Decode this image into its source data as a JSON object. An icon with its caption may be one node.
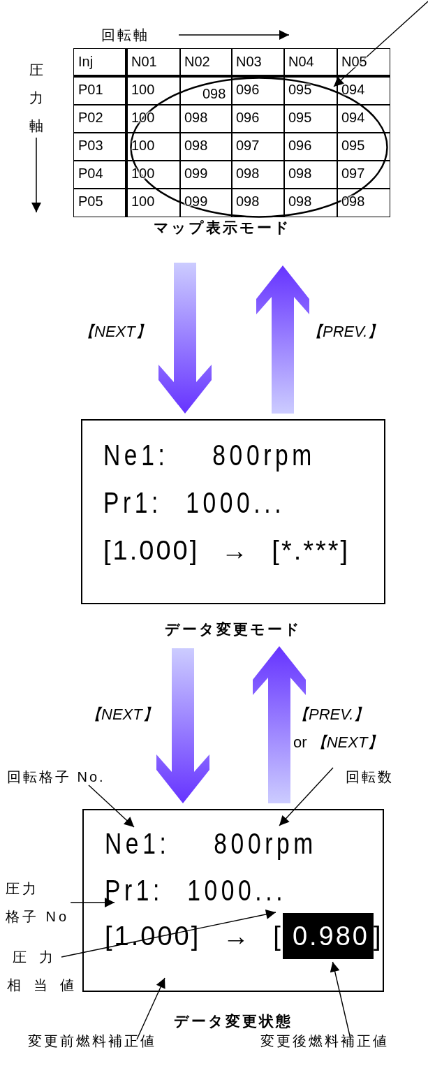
{
  "diagram": {
    "nodes": [
      {
        "text": [
          "マップ表示モード"
        ]
      },
      {
        "text": [],
        "shape": "ellipse",
        "in": 0
      },
      {
        "text": [
          "Ne1: 800rpm",
          "Pr1: 1000...",
          "[1.000] → [*.***]",
          "データ変更モード"
        ]
      },
      {
        "text": [
          "回転格子 No."
        ]
      },
      {
        "text": [
          "回転数"
        ]
      },
      {
        "text": [
          "Ne1: 800rpm",
          "Pr1: 1000...",
          "[1.000] → [",
          "]",
          "データ変更状態"
        ]
      },
      {
        "text": [
          "0.980"
        ],
        "in": 5
      },
      {
        "text": [
          "圧力",
          "格子 No"
        ]
      },
      {
        "text": [
          "圧力",
          "相当値"
        ]
      },
      {
        "text": [
          "変更前燃料補正値"
        ]
      },
      {
        "text": [
          "変更後燃料補正値"
        ]
      }
    ],
    "edges": [
      {
        "from": null,
        "to": 1,
        "arrow": "to"
      },
      {
        "from": 0,
        "to": 2,
        "arrow": "to",
        "label": "【NEXT】",
        "style": "thick",
        "color": "#6633ff"
      },
      {
        "from": 2,
        "to": 0,
        "arrow": "to",
        "label": "【PREV.】",
        "style": "thick",
        "color": "#6633ff"
      },
      {
        "from": 2,
        "to": 5,
        "arrow": "to",
        "label": "【NEXT】",
        "style": "thick",
        "color": "#6633ff"
      },
      {
        "from": 5,
        "to": 2,
        "arrow": "to",
        "label": "*【PREV.】* or *【NEXT】*",
        "style": "thick",
        "color": "#6633ff"
      },
      {
        "from": 3,
        "to": 5,
        "arrow": "to"
      },
      {
        "from": 4,
        "to": 5,
        "arrow": "to"
      },
      {
        "from": 7,
        "to": 5,
        "arrow": "to"
      },
      {
        "from": 8,
        "to": 5,
        "arrow": "to"
      },
      {
        "from": 9,
        "to": 5,
        "arrow": "to"
      },
      {
        "from": 10,
        "to": 6,
        "arrow": "to"
      }
    ],
    "labels": [
      "回転軸",
      "圧力軸",
      "Inj",
      "N01",
      "N02",
      "N03",
      "N04",
      "N05",
      "P01",
      "100",
      "098",
      "096",
      "095",
      "094",
      "P02",
      "100",
      "098",
      "096",
      "095",
      "094",
      "P03",
      "100",
      "098",
      "097",
      "096",
      "095",
      "P04",
      "100",
      "099",
      "098",
      "098",
      "097",
      "P05",
      "100",
      "099",
      "098",
      "098",
      "098"
    ]
  }
}
